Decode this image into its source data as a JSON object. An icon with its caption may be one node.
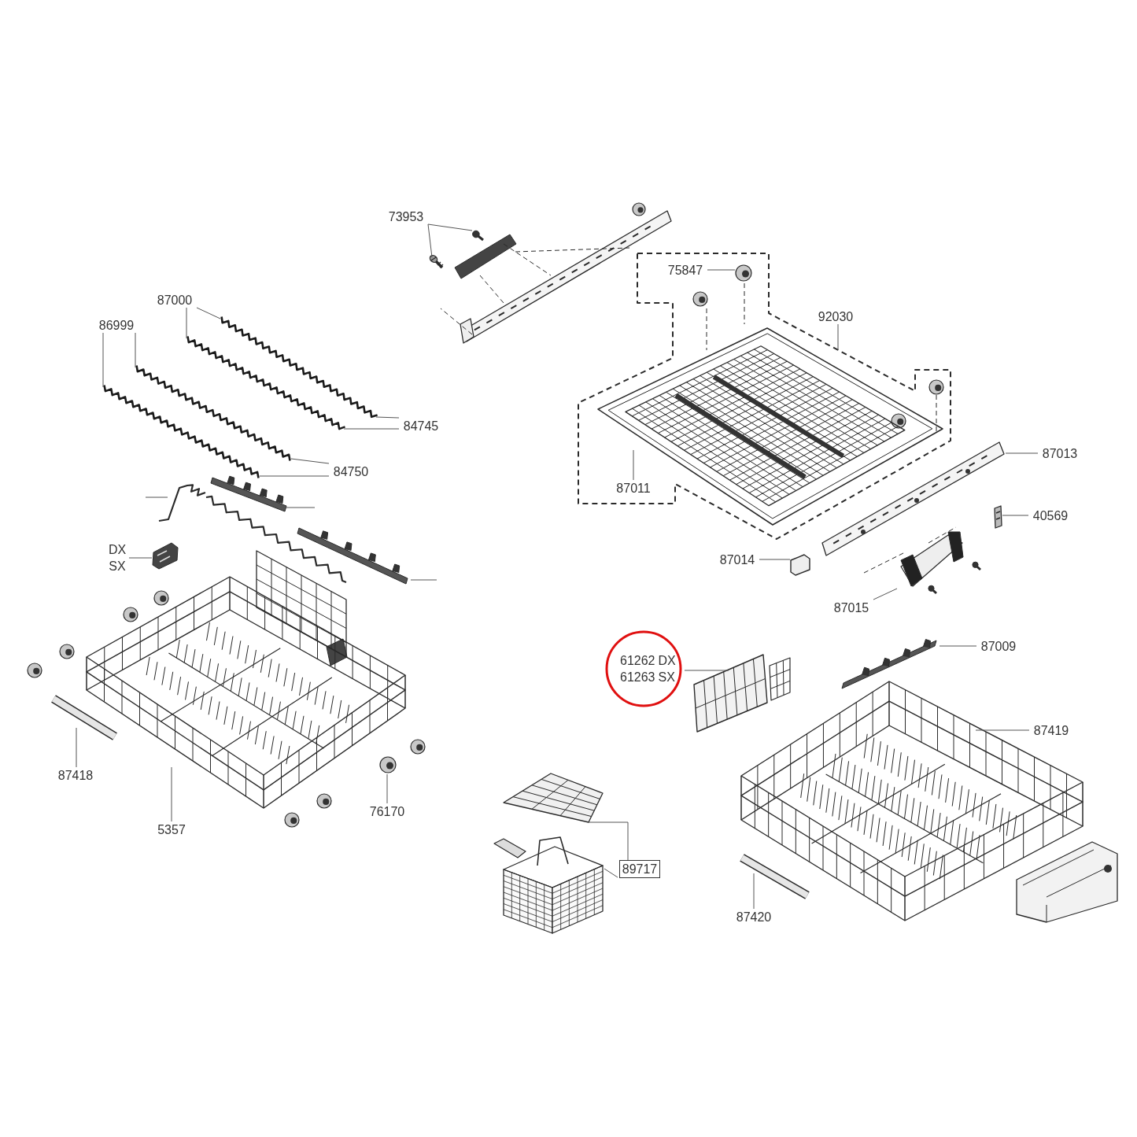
{
  "diagram": {
    "nodes": [
      {
        "text": [
          "73953"
        ]
      },
      {
        "text": [],
        "shape": "picture"
      },
      {
        "text": [],
        "shape": "picture"
      },
      {
        "text": [
          "87000"
        ]
      },
      {
        "text": [
          "86999"
        ]
      },
      {
        "text": [],
        "shape": "picture"
      },
      {
        "text": [],
        "shape": "picture"
      },
      {
        "text": [],
        "shape": "picture"
      },
      {
        "text": [],
        "shape": "picture"
      },
      {
        "text": [
          "84745"
        ]
      },
      {
        "text": [
          "84750"
        ]
      },
      {
        "text": [
          "75847"
        ],
        "in": 14
      },
      {
        "text": [],
        "shape": "picture",
        "in": 14
      },
      {
        "text": [
          "92030"
        ]
      },
      {
        "text": [],
        "shape": "box"
      },
      {
        "text": [],
        "shape": "picture",
        "in": 14
      },
      {
        "text": [
          "87011"
        ],
        "in": 14
      },
      {
        "text": [
          "87013"
        ]
      },
      {
        "text": [],
        "shape": "picture"
      },
      {
        "text": [],
        "shape": "picture"
      },
      {
        "text": [
          "40569"
        ]
      },
      {
        "text": [
          "87014"
        ]
      },
      {
        "text": [],
        "shape": "picture"
      },
      {
        "text": [],
        "shape": "picture"
      },
      {
        "text": [
          "87015"
        ]
      },
      {
        "text": [],
        "shape": "picture"
      },
      {
        "text": [],
        "shape": "picture"
      },
      {
        "text": [],
        "shape": "picture"
      },
      {
        "text": [
          "DX",
          "SX"
        ]
      },
      {
        "text": [],
        "shape": "picture"
      },
      {
        "text": [],
        "shape": "picture"
      },
      {
        "text": [],
        "shape": "picture"
      },
      {
        "text": [
          "87418"
        ]
      },
      {
        "text": [
          "5357"
        ]
      },
      {
        "text": [],
        "shape": "picture"
      },
      {
        "text": [
          "76170"
        ]
      },
      {
        "text": [
          "61262",
          "DX",
          "61263",
          "SX"
        ]
      },
      {
        "text": [],
        "shape": "picture"
      },
      {
        "text": [],
        "shape": "picture"
      },
      {
        "text": [
          "87009"
        ]
      },
      {
        "text": [],
        "shape": "picture"
      },
      {
        "text": [
          "87419"
        ]
      },
      {
        "text": [],
        "shape": "picture"
      },
      {
        "text": [],
        "shape": "picture"
      },
      {
        "text": [
          "89717"
        ]
      },
      {
        "text": [],
        "shape": "picture"
      },
      {
        "text": [
          "87420"
        ]
      }
    ],
    "edges": [
      {
        "from": 0,
        "to": 1,
        "arrow": "none"
      },
      {
        "from": 0,
        "to": 2,
        "arrow": "none"
      },
      {
        "from": 3,
        "to": 5,
        "arrow": "none"
      },
      {
        "from": 3,
        "to": 6,
        "arrow": "none"
      },
      {
        "from": 4,
        "to": 7,
        "arrow": "none"
      },
      {
        "from": 4,
        "to": 8,
        "arrow": "none"
      },
      {
        "from": 9,
        "to": 5,
        "arrow": "none"
      },
      {
        "from": 9,
        "to": 6,
        "arrow": "none"
      },
      {
        "from": 10,
        "to": 7,
        "arrow": "none"
      },
      {
        "from": 10,
        "to": 8,
        "arrow": "none"
      },
      {
        "from": 11,
        "to": 12,
        "arrow": "none"
      },
      {
        "from": 13,
        "to": 14,
        "arrow": "none"
      },
      {
        "from": 16,
        "to": 15,
        "arrow": "none"
      },
      {
        "from": 17,
        "to": 18,
        "arrow": "none"
      },
      {
        "from": 20,
        "to": 19,
        "arrow": "none"
      },
      {
        "from": 21,
        "to": 22,
        "arrow": "none"
      },
      {
        "from": 24,
        "to": 23,
        "arrow": "none"
      },
      {
        "from": 25,
        "to": null,
        "arrow": "none"
      },
      {
        "from": 26,
        "to": null,
        "arrow": "none"
      },
      {
        "from": 27,
        "to": null,
        "arrow": "none"
      },
      {
        "from": 28,
        "to": 29,
        "arrow": "none"
      },
      {
        "from": 32,
        "to": 31,
        "arrow": "none"
      },
      {
        "from": 33,
        "to": 30,
        "arrow": "none"
      },
      {
        "from": 35,
        "to": 34,
        "arrow": "none"
      },
      {
        "from": 36,
        "to": 37,
        "arrow": "none"
      },
      {
        "from": 39,
        "to": 38,
        "arrow": "none"
      },
      {
        "from": 41,
        "to": 40,
        "arrow": "none"
      },
      {
        "from": 42,
        "to": 44,
        "arrow": "none"
      },
      {
        "from": 43,
        "to": 44,
        "arrow": "none"
      },
      {
        "from": 46,
        "to": 45,
        "arrow": "none"
      }
    ]
  }
}
